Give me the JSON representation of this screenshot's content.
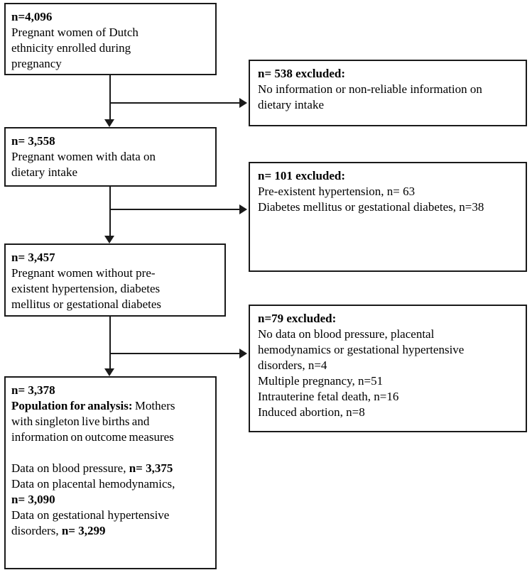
{
  "figure": {
    "type": "participant-flow-diagram",
    "background_color": "#ffffff",
    "line_color": "#1a1a1a"
  },
  "main_boxes": [
    {
      "id": "enrolled",
      "n": "n=4,096",
      "body": "Pregnant women of Dutch\nethnicity enrolled during\npregnancy"
    },
    {
      "id": "dietary",
      "n": "n= 3,558",
      "body": "Pregnant women with data on\ndietary intake"
    },
    {
      "id": "no-preexisting-conditions",
      "n": "n= 3,457",
      "body": "Pregnant women without pre-\nexistent hypertension, diabetes\nmellitus or gestational diabetes"
    }
  ],
  "analysis_box": {
    "n": "n= 3,378",
    "population_label": "Population for analysis:",
    "population_rest": " Mothers\nwith singleton live births and\ninformation on outcome measures",
    "lines": [
      {
        "pre": "Data on blood pressure, ",
        "bold": "n= 3,375"
      },
      {
        "pre": "Data on placental hemodynamics,\n",
        "bold": "n= 3,090"
      },
      {
        "pre": "Data on gestational hypertensive\ndisorders, ",
        "bold": "n= 3,299"
      }
    ]
  },
  "exclusion_boxes": [
    {
      "id": "excluded-dietary",
      "header": "n= 538 excluded:",
      "body": "No information or non-reliable information on\ndietary intake"
    },
    {
      "id": "excluded-preexisting",
      "header": "n= 101 excluded:",
      "body": "Pre-existent hypertension, n= 63\nDiabetes mellitus or gestational diabetes, n=38"
    },
    {
      "id": "excluded-outcomes",
      "header": "n=79 excluded:",
      "body": "No data on blood pressure, placental\nhemodynamics or gestational hypertensive\ndisorders, n=4\nMultiple pregnancy, n=51\nIntrauterine fetal death, n=16\nInduced abortion, n=8"
    }
  ]
}
